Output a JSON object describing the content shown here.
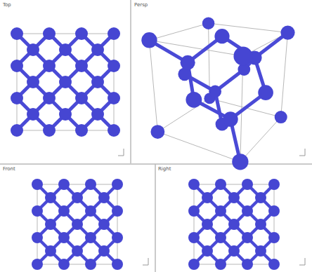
{
  "diagram": {
    "labels": [
      "Top",
      "Persp",
      "Front",
      "Right"
    ]
  }
}
